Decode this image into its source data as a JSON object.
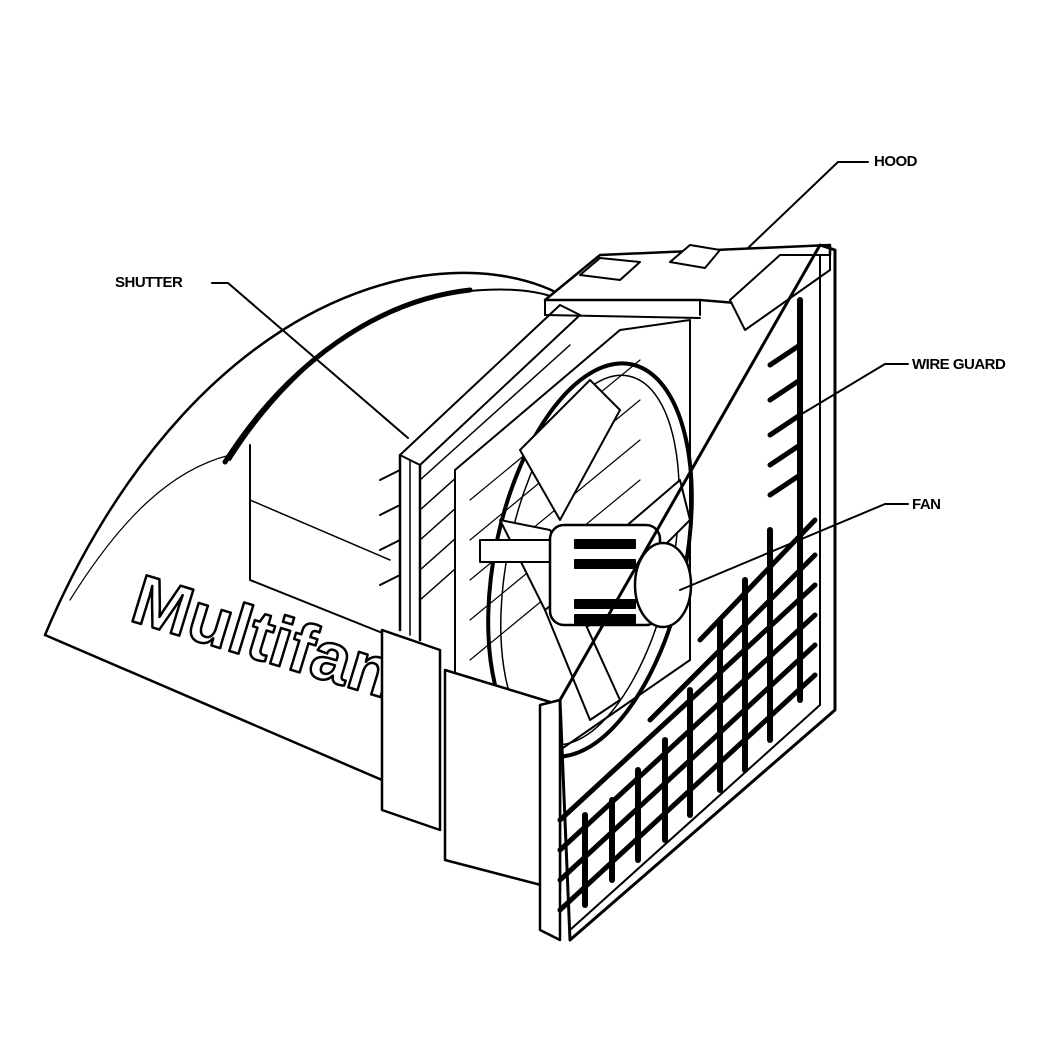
{
  "labels": {
    "hood": "HOOD",
    "shutter": "SHUTTER",
    "wire_guard": "WIRE GUARD",
    "fan": "FAN"
  },
  "brand": {
    "text": "Multifan"
  },
  "colors": {
    "ink": "#000000",
    "paper": "#ffffff"
  }
}
